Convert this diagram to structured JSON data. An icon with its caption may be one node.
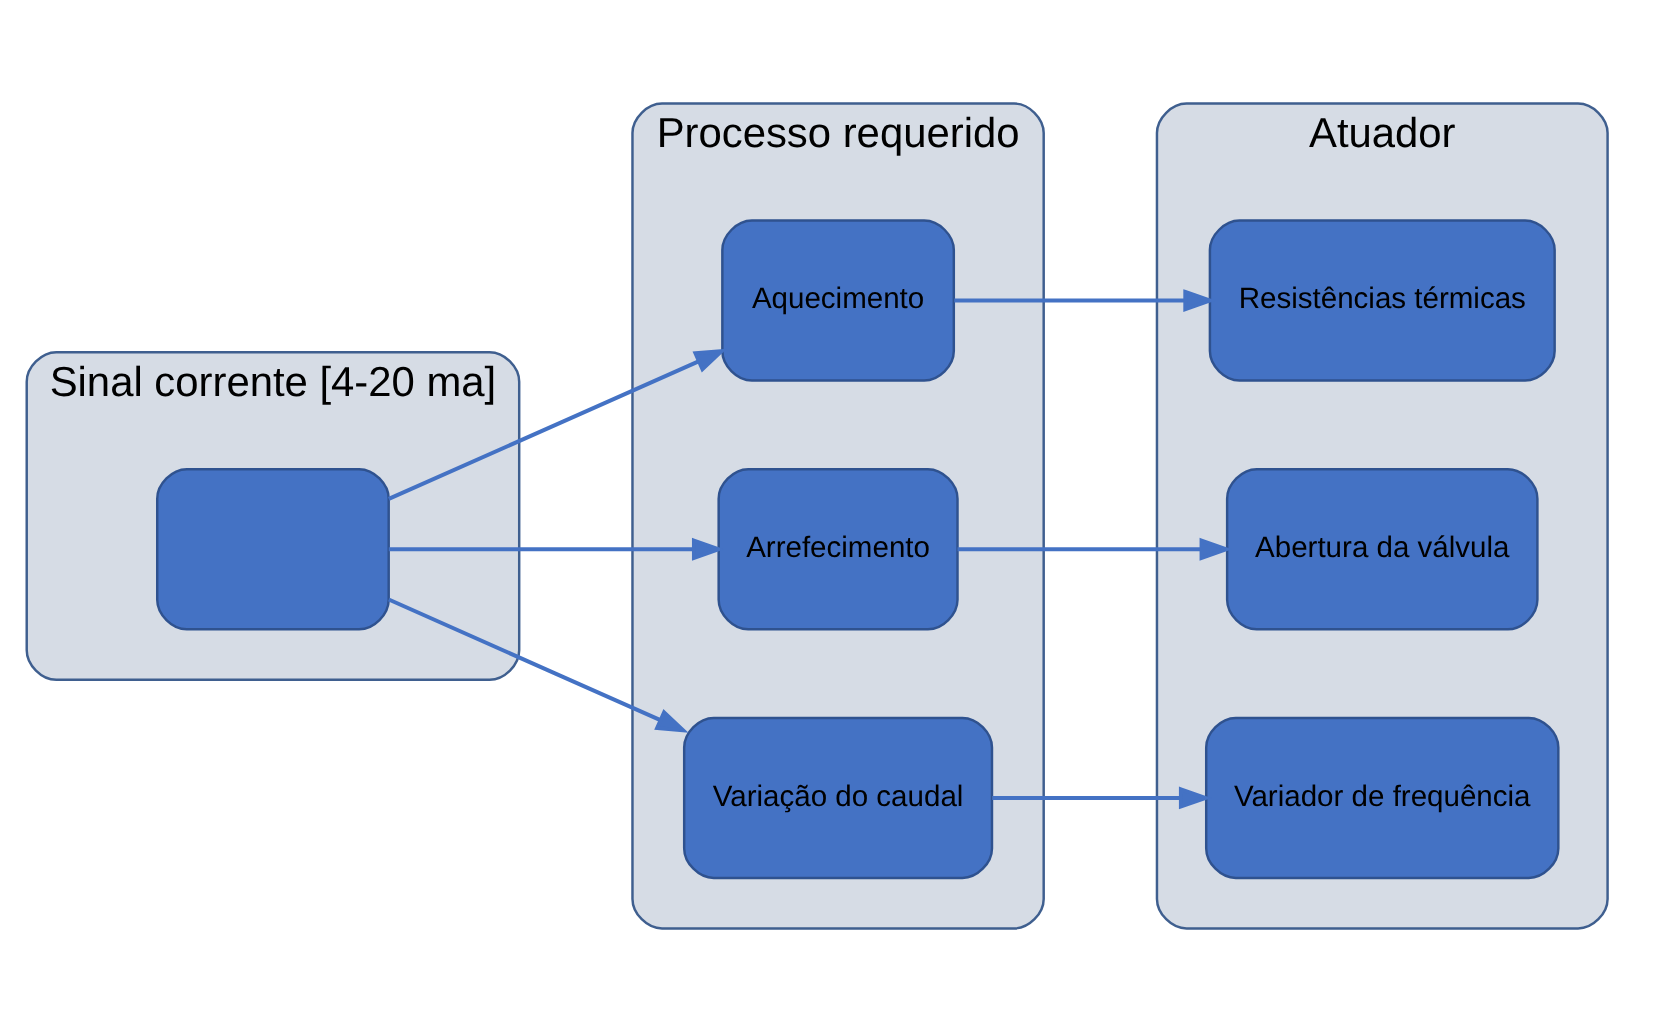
{
  "diagram": {
    "nodes": [
      {
        "text": [
          "Sinal corrente [4-20 ma]"
        ]
      },
      {
        "text": [],
        "shape": "box",
        "in": 0
      },
      {
        "text": [
          "Processo requerido"
        ]
      },
      {
        "text": [
          "Aquecimento"
        ],
        "in": 2
      },
      {
        "text": [
          "Arrefecimento"
        ],
        "in": 2
      },
      {
        "text": [
          "Variação do caudal"
        ],
        "in": 2
      },
      {
        "text": [
          "Atuador"
        ]
      },
      {
        "text": [
          "Resistências térmicas"
        ],
        "in": 6
      },
      {
        "text": [
          "Abertura da válvula"
        ],
        "in": 6
      },
      {
        "text": [
          "Variador de frequência"
        ],
        "in": 6
      }
    ],
    "edges": [
      {
        "from": 1,
        "to": 3,
        "arrow": "to"
      },
      {
        "from": 1,
        "to": 4,
        "arrow": "to"
      },
      {
        "from": 1,
        "to": 5,
        "arrow": "to"
      },
      {
        "from": 3,
        "to": 7,
        "arrow": "to"
      },
      {
        "from": 4,
        "to": 8,
        "arrow": "to"
      },
      {
        "from": 5,
        "to": 9,
        "arrow": "to"
      }
    ]
  }
}
